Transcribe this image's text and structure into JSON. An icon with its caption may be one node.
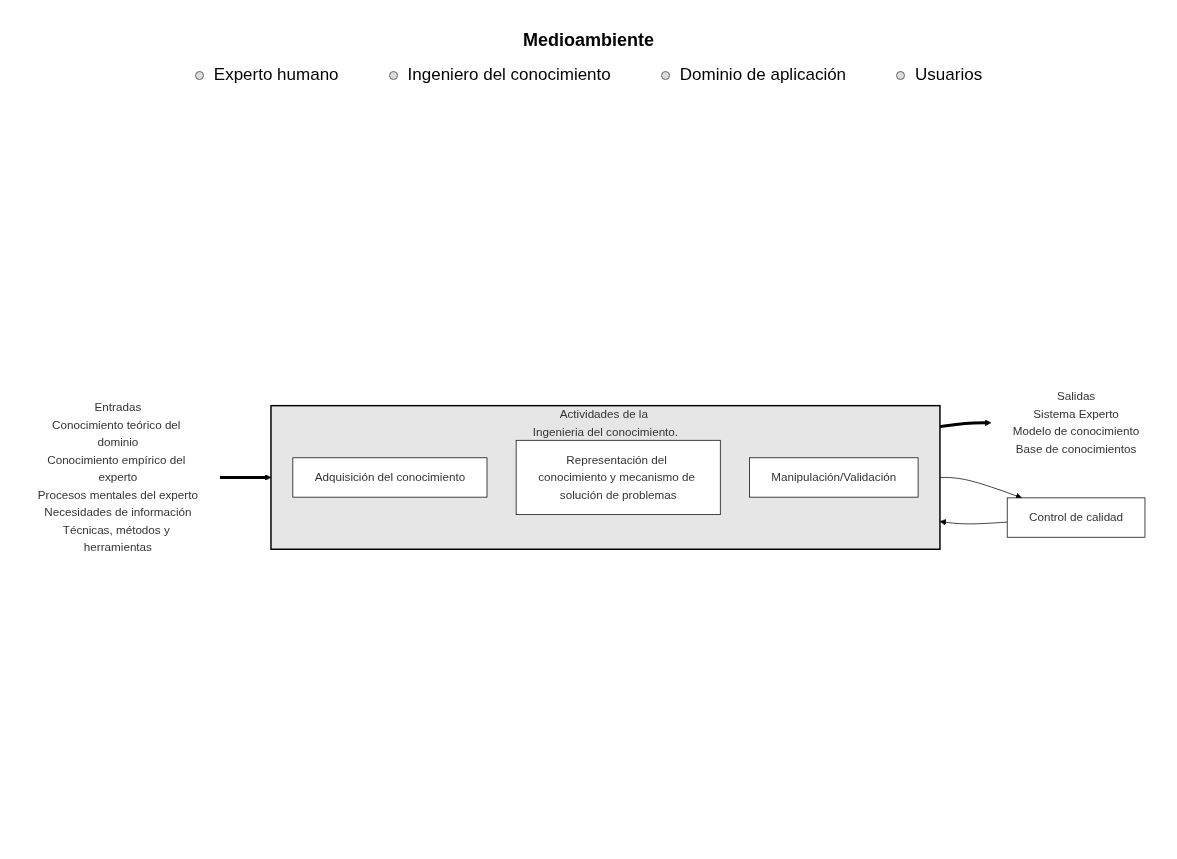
{
  "diagram": {
    "title": "Medioambiente",
    "nodes": [
      {
        "text": [
          "Entradas",
          "Conocimiento teórico del dominio",
          "Conocimiento empírico del experto",
          "Procesos mentales del experto",
          "Necesidades de información",
          "Técnicas, métodos y herramientas"
        ]
      },
      {
        "text": [
          "Actividades de la Ingenieria del conocimiento."
        ]
      },
      {
        "text": [
          "Adquisición del conocimiento"
        ],
        "in": 1
      },
      {
        "text": [
          "Representación del conocimiento y mecanismo de solución de problemas"
        ],
        "in": 1
      },
      {
        "text": [
          "Manipulación/Validación"
        ],
        "in": 1
      },
      {
        "text": [
          "Salidas",
          "Sistema Experto",
          "Modelo de conocimiento",
          "Base de conocimientos"
        ]
      },
      {
        "text": [
          "Control de calidad"
        ]
      }
    ],
    "edges": [
      {
        "from": 0,
        "to": 1,
        "arrow": "to",
        "style": "thick"
      },
      {
        "from": 1,
        "to": 5,
        "arrow": "to",
        "style": "thick"
      },
      {
        "from": 1,
        "to": 6,
        "arrow": "to"
      },
      {
        "from": 6,
        "to": 1,
        "arrow": "to"
      }
    ],
    "labels": [
      "Experto humano",
      "Ingeniero del conocimiento",
      "Dominio de aplicación",
      "Usuarios"
    ]
  }
}
